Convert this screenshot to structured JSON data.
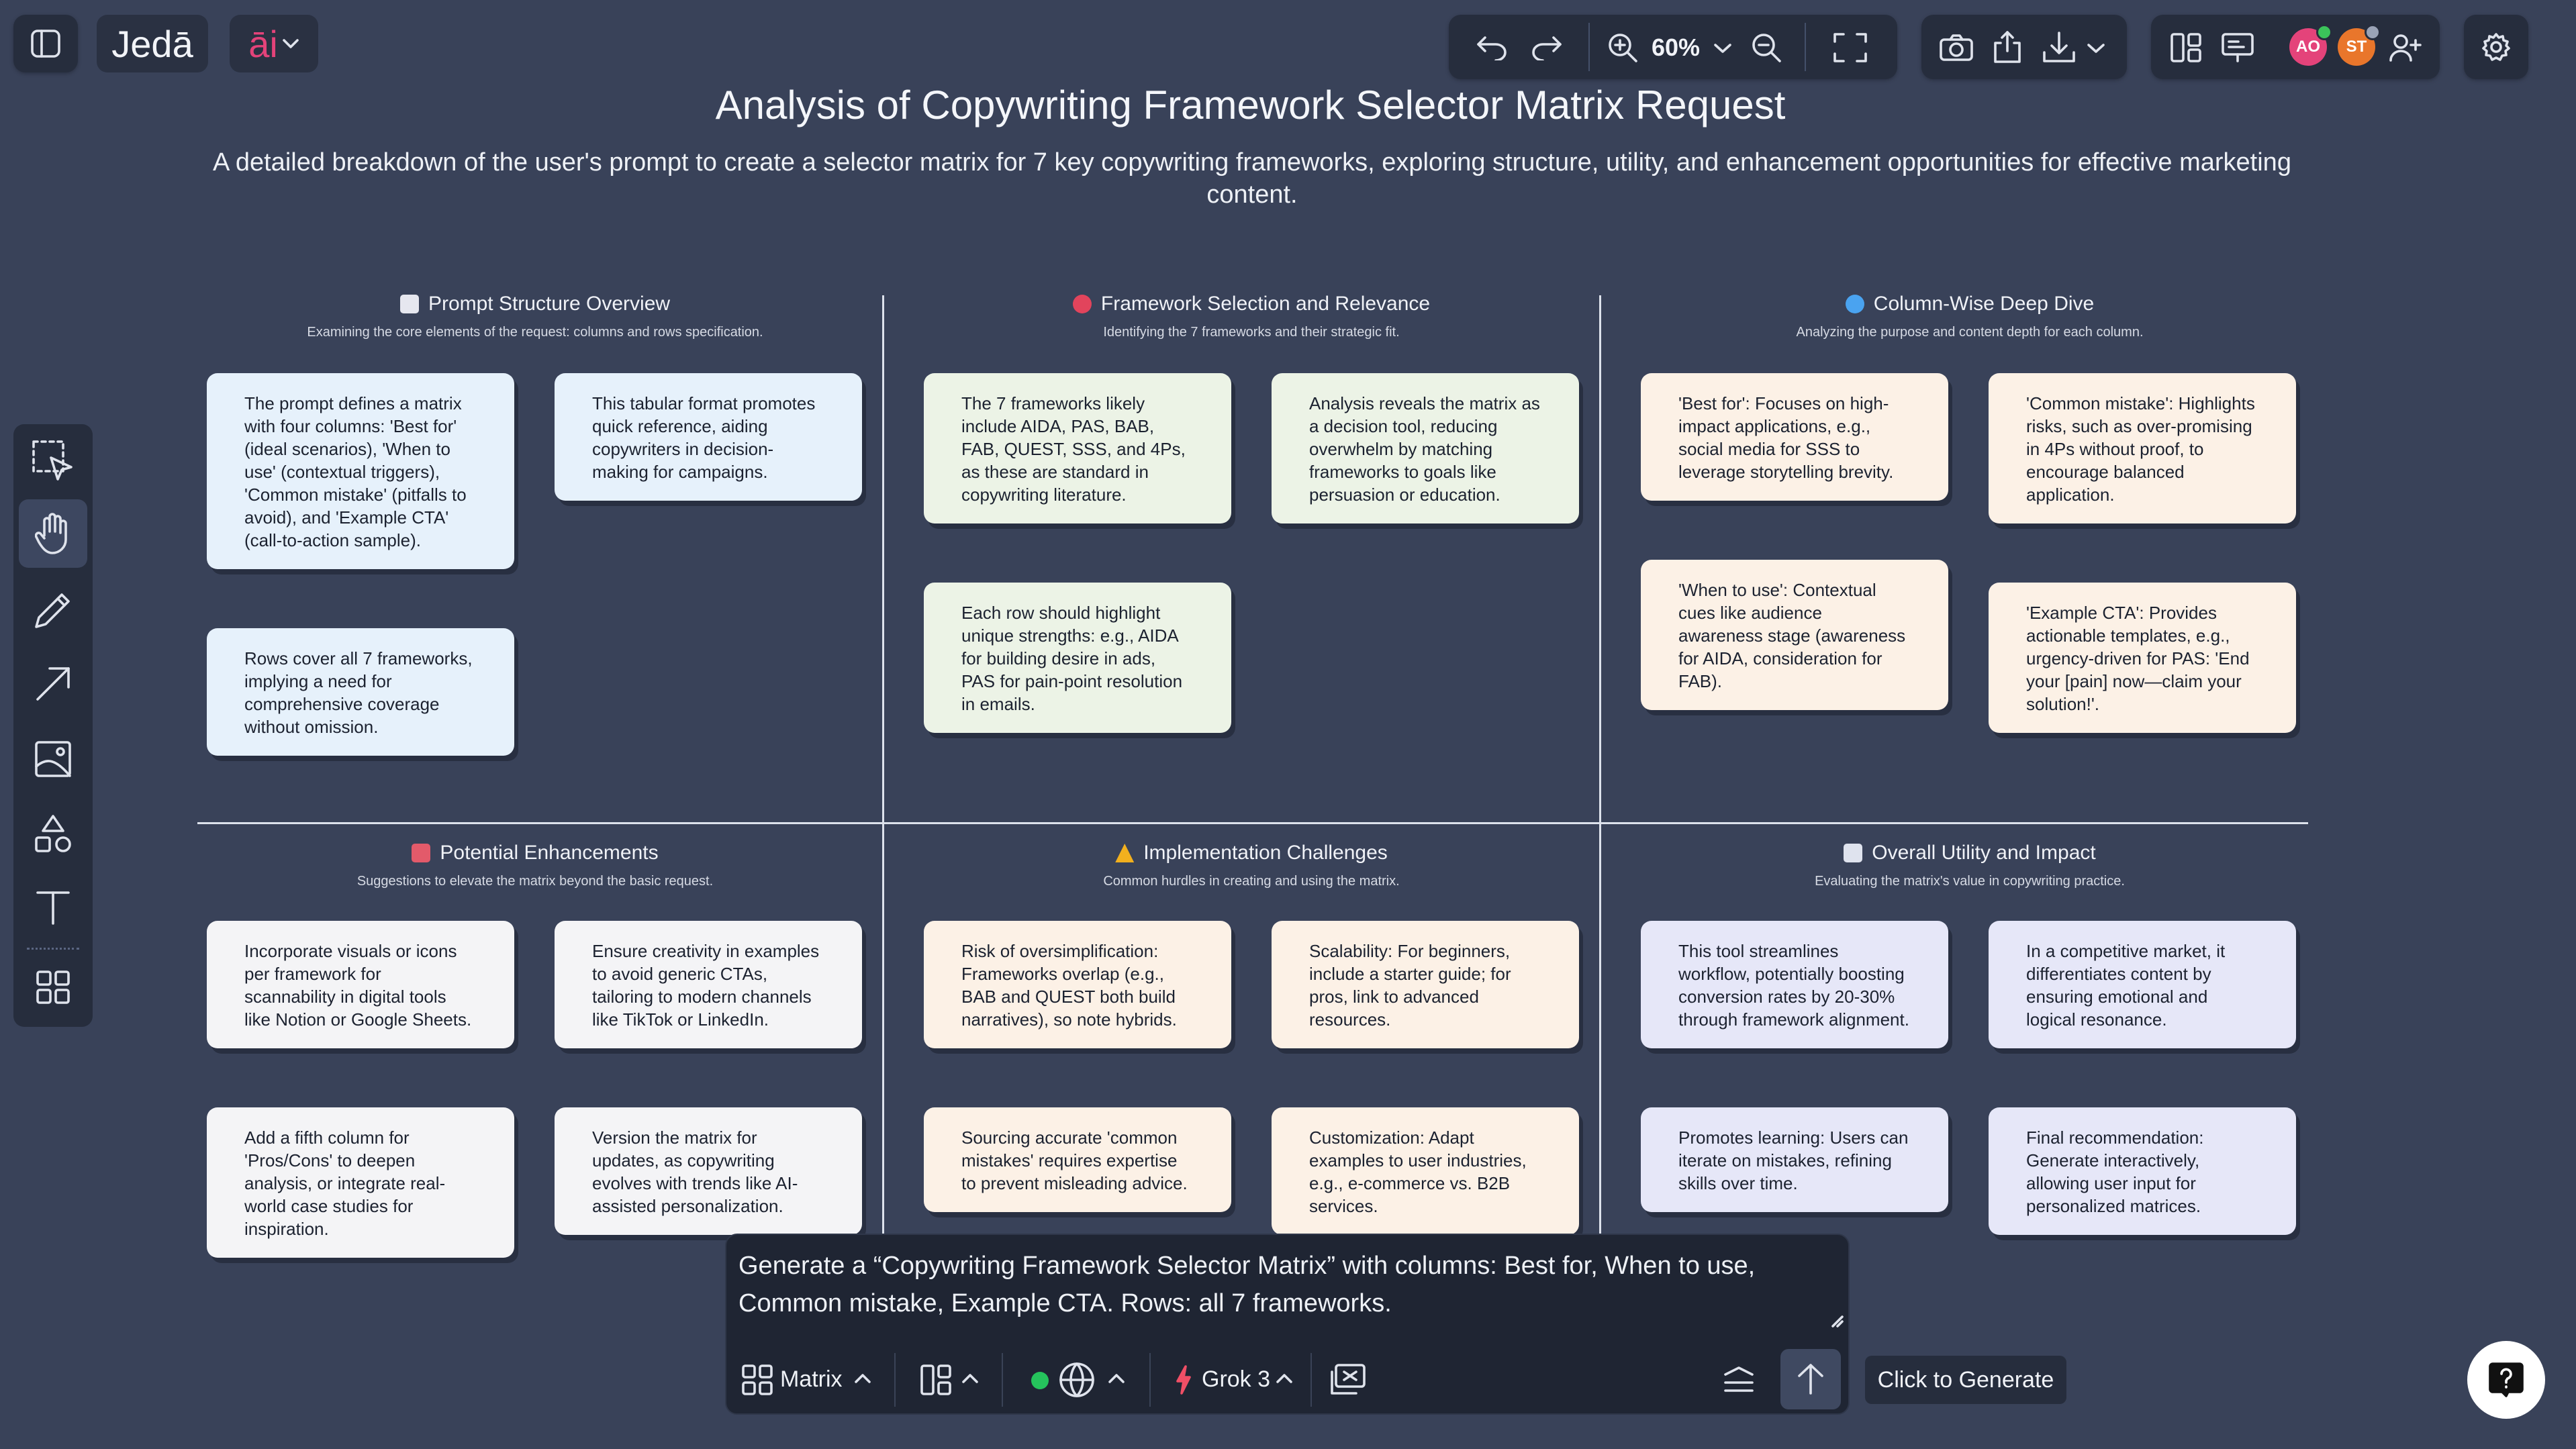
{
  "app": {
    "brand": "Jedā",
    "ai_label": "āi",
    "zoom": "60%",
    "avatars": [
      {
        "initials": "AO",
        "color": "#e4437a",
        "status": "#3bc45a"
      },
      {
        "initials": "ST",
        "color": "#e9762b",
        "status": "#9aa3b6"
      }
    ]
  },
  "page": {
    "title": "Analysis of Copywriting Framework Selector Matrix Request",
    "subtitle": "A detailed breakdown of the user's prompt to create a selector matrix for 7 key copywriting frameworks, exploring structure, utility, and enhancement opportunities for effective marketing content."
  },
  "sections": [
    {
      "title": "Prompt Structure Overview",
      "subtitle": "Examining the core elements of the request: columns and rows specification.",
      "icon": "clipboard-icon",
      "icon_color": "#e6e7ef",
      "cards": [
        "The prompt defines a matrix with four columns: 'Best for' (ideal scenarios), 'When to use' (contextual triggers), 'Common mistake' (pitfalls to avoid), and 'Example CTA' (call-to-action sample).",
        "This tabular format promotes quick reference, aiding copywriters in decision-making for campaigns.",
        "Rows cover all 7 frameworks, implying a need for comprehensive coverage without omission."
      ]
    },
    {
      "title": "Framework Selection and Relevance",
      "subtitle": "Identifying the 7 frameworks and their strategic fit.",
      "icon": "target-icon",
      "icon_color": "#e2445c",
      "cards": [
        "The 7 frameworks likely include AIDA, PAS, BAB, FAB, QUEST, SSS, and 4Ps, as these are standard in copywriting literature.",
        "Analysis reveals the matrix as a decision tool, reducing overwhelm by matching frameworks to goals like persuasion or education.",
        "Each row should highlight unique strengths: e.g., AIDA for building desire in ads, PAS for pain-point resolution in emails."
      ]
    },
    {
      "title": "Column-Wise Deep Dive",
      "subtitle": "Analyzing the purpose and content depth for each column.",
      "icon": "magnifier-icon",
      "icon_color": "#4aa3f0",
      "cards": [
        "'Best for': Focuses on high-impact applications, e.g., social media for SSS to leverage storytelling brevity.",
        "'Common mistake': Highlights risks, such as over-promising in 4Ps without proof, to encourage balanced application.",
        "'When to use': Contextual cues like audience awareness stage (awareness for AIDA, consideration for FAB).",
        "'Example CTA': Provides actionable templates, e.g., urgency-driven for PAS: 'End your [pain] now—claim your solution!'."
      ]
    },
    {
      "title": "Potential Enhancements",
      "subtitle": "Suggestions to elevate the matrix beyond the basic request.",
      "icon": "rocket-icon",
      "icon_color": "#e35a6a",
      "cards": [
        "Incorporate visuals or icons per framework for scannability in digital tools like Notion or Google Sheets.",
        "Ensure creativity in examples to avoid generic CTAs, tailoring to modern channels like TikTok or LinkedIn.",
        "Add a fifth column for 'Pros/Cons' to deepen analysis, or integrate real-world case studies for inspiration.",
        "Version the matrix for updates, as copywriting evolves with trends like AI-assisted personalization."
      ]
    },
    {
      "title": "Implementation Challenges",
      "subtitle": "Common hurdles in creating and using the matrix.",
      "icon": "warning-icon",
      "icon_color": "#f2b01e",
      "cards": [
        "Risk of oversimplification: Frameworks overlap (e.g., BAB and QUEST both build narratives), so note hybrids.",
        "Scalability: For beginners, include a starter guide; for pros, link to advanced resources.",
        "Sourcing accurate 'common mistakes' requires expertise to prevent misleading advice.",
        "Customization: Adapt examples to user industries, e.g., e-commerce vs. B2B services."
      ]
    },
    {
      "title": "Overall Utility and Impact",
      "subtitle": "Evaluating the matrix's value in copywriting practice.",
      "icon": "chart-icon",
      "icon_color": "#dfe3ee",
      "cards": [
        "This tool streamlines workflow, potentially boosting conversion rates by 20-30% through framework alignment.",
        "In a competitive market, it differentiates content by ensuring emotional and logical resonance.",
        "Promotes learning: Users can iterate on mistakes, refining skills over time.",
        "Final recommendation: Generate interactively, allowing user input for personalized matrices."
      ]
    }
  ],
  "prompt": {
    "text": "Generate a “Copywriting Framework Selector Matrix” with columns: Best for, When to use, Common mistake, Example CTA. Rows: all 7 frameworks.",
    "mode_label": "Matrix",
    "model_label": "Grok 3",
    "tooltip": "Click to Generate"
  },
  "colors": {
    "canvas": "#394259",
    "toolbar": "#262d3d",
    "brand_accent": "#e4437a"
  }
}
